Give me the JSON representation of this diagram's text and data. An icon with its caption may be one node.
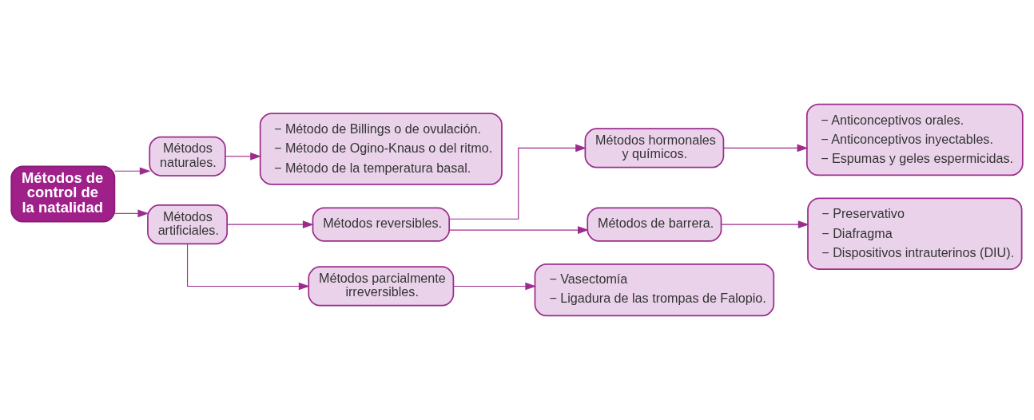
{
  "diagram": {
    "nodes": [
      {
        "text": [
          "Métodos de control de la natalidad"
        ]
      },
      {
        "text": [
          "Métodos naturales."
        ]
      },
      {
        "text": [
          "− Método de Billings o de ovulación.",
          "− Método de Ogino-Knaus o del ritmo.",
          "− Método de la temperatura basal."
        ]
      },
      {
        "text": [
          "Métodos artificiales."
        ]
      },
      {
        "text": [
          "Métodos reversibles."
        ]
      },
      {
        "text": [
          "Métodos hormonales y químicos."
        ]
      },
      {
        "text": [
          "− Anticonceptivos orales.",
          "− Anticonceptivos inyectables.",
          "− Espumas y geles espermicidas."
        ]
      },
      {
        "text": [
          "Métodos de barrera."
        ]
      },
      {
        "text": [
          "− Preservativo",
          "− Diafragma",
          "− Dispositivos intrauterinos (DIU)."
        ]
      },
      {
        "text": [
          "Métodos parcialmente irreversibles."
        ]
      },
      {
        "text": [
          "− Vasectomía",
          "− Ligadura de las trompas de Falopio."
        ]
      }
    ],
    "edges": [
      {
        "from": 0,
        "to": 1,
        "arrow": "to"
      },
      {
        "from": 0,
        "to": 3,
        "arrow": "to"
      },
      {
        "from": 1,
        "to": 2,
        "arrow": "to"
      },
      {
        "from": 3,
        "to": 4,
        "arrow": "to"
      },
      {
        "from": 3,
        "to": 9,
        "arrow": "to"
      },
      {
        "from": 4,
        "to": 5,
        "arrow": "to"
      },
      {
        "from": 4,
        "to": 7,
        "arrow": "to"
      },
      {
        "from": 5,
        "to": 6,
        "arrow": "to"
      },
      {
        "from": 7,
        "to": 8,
        "arrow": "to"
      },
      {
        "from": 9,
        "to": 10,
        "arrow": "to"
      }
    ]
  }
}
